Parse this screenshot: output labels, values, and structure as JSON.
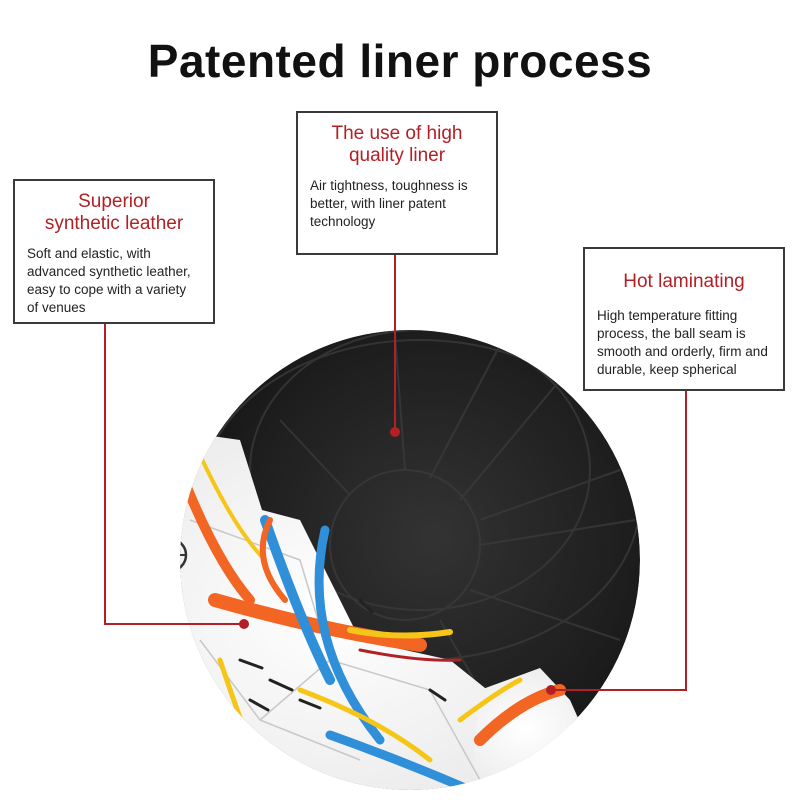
{
  "page": {
    "title": "Patented liner process"
  },
  "callouts": {
    "leather": {
      "heading_line1": "Superior",
      "heading_line2": "synthetic leather",
      "body": "Soft and elastic, with advanced synthetic leather, easy to cope with a variety of venues"
    },
    "liner": {
      "heading_line1": "The use of high",
      "heading_line2": "quality liner",
      "body": "Air tightness, toughness is better, with liner patent technology"
    },
    "laminating": {
      "heading_line1": "Hot laminating",
      "body": "High temperature fitting process, the ball seam is smooth and orderly, firm and durable, keep spherical"
    }
  },
  "colors": {
    "accent_red": "#b22026",
    "liner_black": "#1c1c1c",
    "ball_white": "#f6f6f6",
    "stripe_orange": "#f26522",
    "stripe_blue": "#2f8fd8",
    "stripe_yellow": "#f5c518"
  },
  "icons": {
    "ball_logo": "ball-emblem-icon"
  }
}
